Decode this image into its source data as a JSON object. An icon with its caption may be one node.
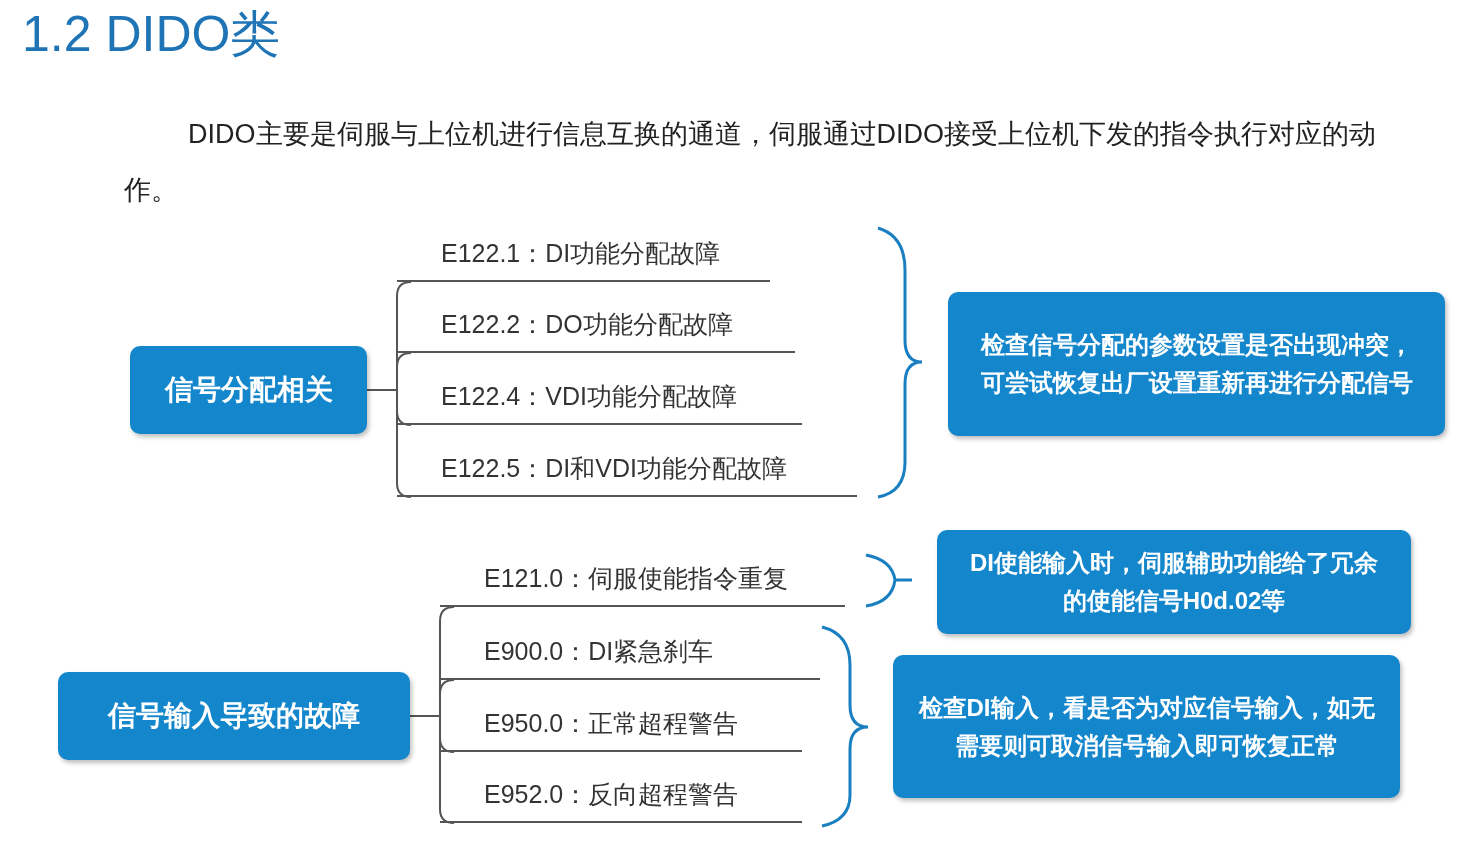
{
  "diagram": {
    "title": "1.2 DIDO类",
    "nodes": [
      {
        "text": [
          "信号分配相关"
        ]
      },
      {
        "text": [
          "E122.1：DI功能分配故障"
        ]
      },
      {
        "text": [
          "E122.2：DO功能分配故障"
        ]
      },
      {
        "text": [
          "E122.4：VDI功能分配故障"
        ]
      },
      {
        "text": [
          "E122.5：DI和VDI功能分配故障"
        ]
      },
      {
        "text": [
          "检查信号分配的参数设置是否出现冲突，可尝试恢复出厂设置重新再进行分配信号"
        ]
      },
      {
        "text": [
          "信号输入导致的故障"
        ]
      },
      {
        "text": [
          "E121.0：伺服使能指令重复"
        ]
      },
      {
        "text": [
          "E900.0：DI紧急刹车"
        ]
      },
      {
        "text": [
          "E950.0：正常超程警告"
        ]
      },
      {
        "text": [
          "E952.0：反向超程警告"
        ]
      },
      {
        "text": [
          "DI使能输入时，伺服辅助功能给了冗余的使能信号H0d.02等"
        ]
      },
      {
        "text": [
          "检查DI输入，看是否为对应信号输入，如无需要则可取消信号输入即可恢复正常"
        ]
      }
    ],
    "edges": [
      {
        "from": 0,
        "to": 1,
        "arrow": "none"
      },
      {
        "from": 0,
        "to": 2,
        "arrow": "none"
      },
      {
        "from": 0,
        "to": 3,
        "arrow": "none"
      },
      {
        "from": 0,
        "to": 4,
        "arrow": "none"
      },
      {
        "from": 6,
        "to": 7,
        "arrow": "none"
      },
      {
        "from": 6,
        "to": 8,
        "arrow": "none"
      },
      {
        "from": 6,
        "to": 9,
        "arrow": "none"
      },
      {
        "from": 6,
        "to": 10,
        "arrow": "none"
      }
    ],
    "labels": [
      "DIDO主要是伺服与上位机进行信息互换的通道，伺服通过DIDO接受上位机下发的指令执行对应的动作。"
    ]
  }
}
